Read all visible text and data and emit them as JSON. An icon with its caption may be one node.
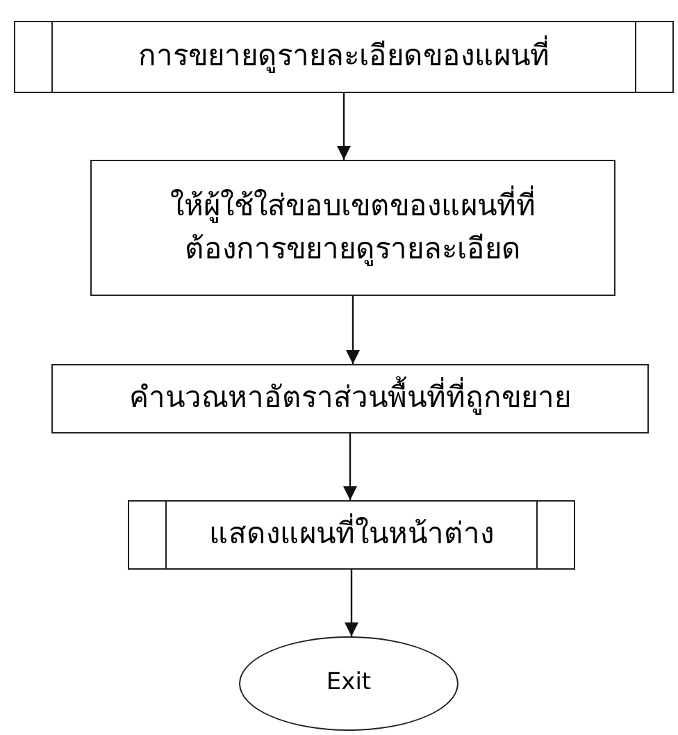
{
  "diagram": {
    "nodes": [
      {
        "text": [
          "การขยายดูรายละเอียดของแผนที่"
        ]
      },
      {
        "text": [
          "ให้ผู้ใช้ใส่ขอบเขตของแผนที่ที่ต้องการขยายดูรายละเอียด"
        ]
      },
      {
        "text": [
          "คำนวณหาอัตราส่วนพื้นที่ที่ถูกขยาย"
        ]
      },
      {
        "text": [
          "แสดงแผนที่ในหน้าต่าง"
        ]
      },
      {
        "text": [
          "Exit"
        ]
      }
    ],
    "edges": [
      {
        "from": 0,
        "to": 1,
        "arrow": "to"
      },
      {
        "from": 1,
        "to": 2,
        "arrow": "to"
      },
      {
        "from": 2,
        "to": 3,
        "arrow": "to"
      },
      {
        "from": 3,
        "to": 4,
        "arrow": "to"
      }
    ]
  }
}
